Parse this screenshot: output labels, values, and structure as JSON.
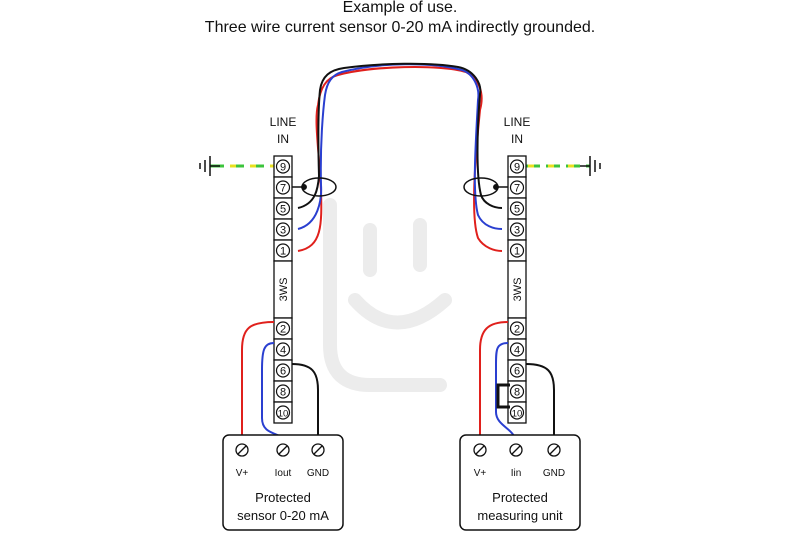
{
  "title": {
    "line1": "Example of use.",
    "line2": "Three wire current sensor 0-20 mA indirectly grounded."
  },
  "terminal_blocks": [
    {
      "id": "left",
      "header": [
        "LINE",
        "IN"
      ],
      "top_terminals": [
        "9",
        "7",
        "5",
        "3",
        "1"
      ],
      "module_label": "3WS",
      "bottom_terminals": [
        "2",
        "4",
        "6",
        "8",
        "10"
      ]
    },
    {
      "id": "right",
      "header": [
        "LINE",
        "IN"
      ],
      "top_terminals": [
        "9",
        "7",
        "5",
        "3",
        "1"
      ],
      "module_label": "3WS",
      "bottom_terminals": [
        "2",
        "4",
        "6",
        "8",
        "10"
      ]
    }
  ],
  "devices": [
    {
      "id": "sensor",
      "terminals": [
        "V+",
        "Iout",
        "GND"
      ],
      "label": [
        "Protected",
        "sensor 0-20 mA"
      ]
    },
    {
      "id": "measuring-unit",
      "terminals": [
        "V+",
        "Iin",
        "GND"
      ],
      "label": [
        "Protected",
        "measuring unit"
      ]
    }
  ],
  "colors": {
    "red_wire": "#e0201c",
    "blue_wire": "#2a3fd0",
    "black_wire": "#111111",
    "ground_green": "#3cc43c",
    "ground_yellow": "#e8e020",
    "watermark": "#ececec"
  }
}
